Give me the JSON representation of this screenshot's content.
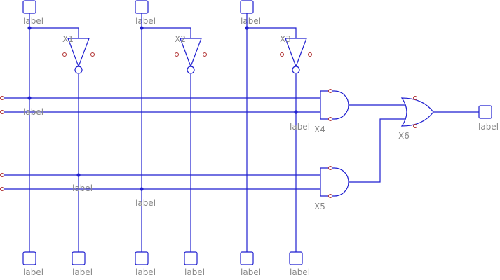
{
  "colors": {
    "wire": "#1f1fd0",
    "pin": "#b03030",
    "label": "#888888"
  },
  "pin_label": "label",
  "components": {
    "x1": "X1",
    "x2": "X2",
    "x3": "X3",
    "x4": "X4",
    "x5": "X5",
    "x6": "X6"
  }
}
